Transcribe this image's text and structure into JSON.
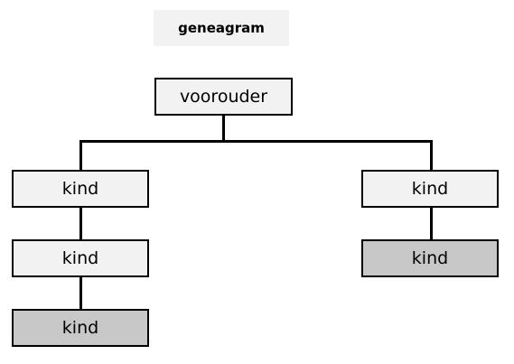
{
  "title": "geneagram",
  "nodes": {
    "root": "voorouder",
    "left_1": "kind",
    "left_2": "kind",
    "left_3": "kind",
    "right_1": "kind",
    "right_2": "kind"
  },
  "colors": {
    "node_fill": "#f2f2f2",
    "leaf_fill": "#c8c8c8",
    "stroke": "#000000"
  }
}
